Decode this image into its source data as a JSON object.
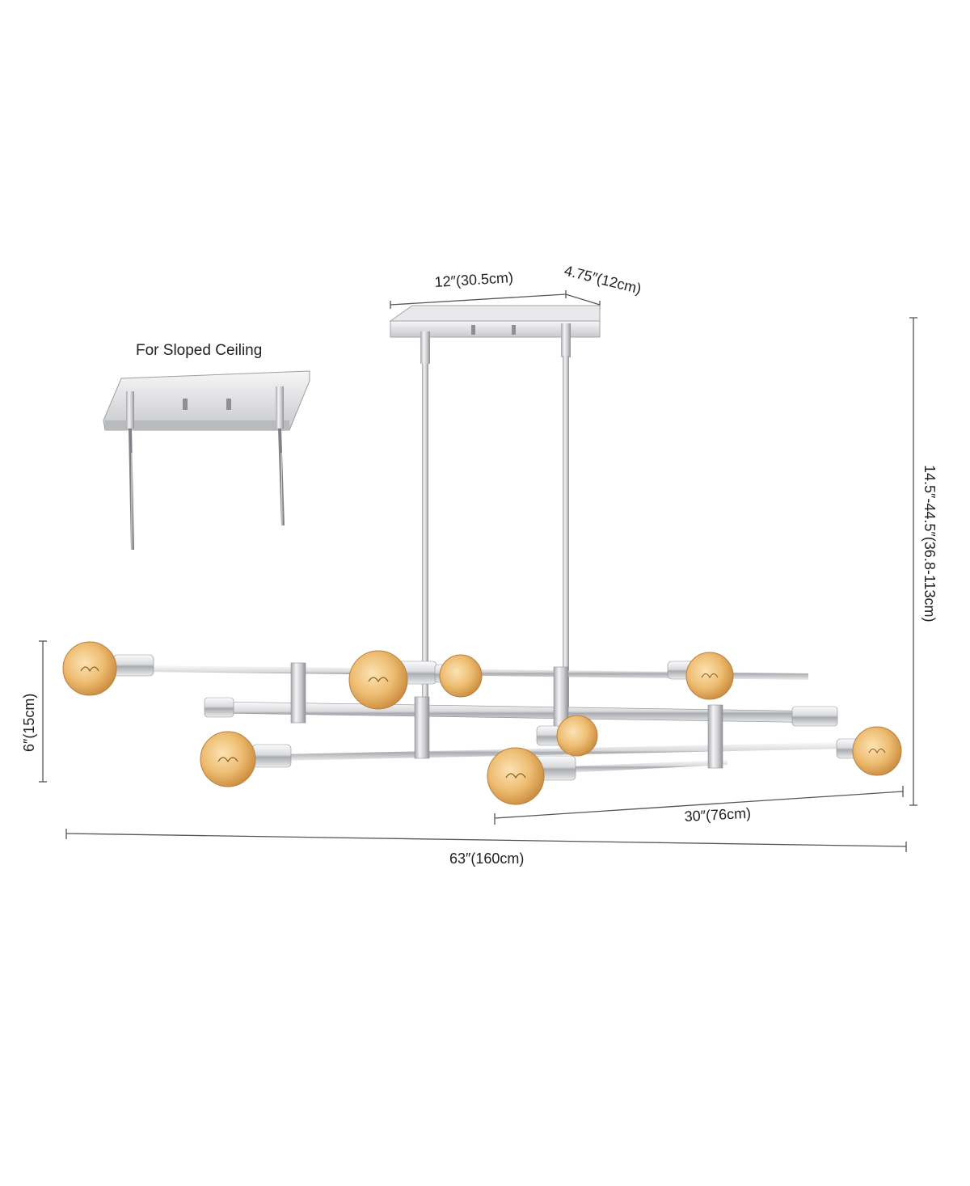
{
  "sloped_ceiling_label": "For Sloped Ceiling",
  "dimensions": {
    "canopy_length": "12″(30.5cm)",
    "canopy_width": "4.75″(12cm)",
    "height_range": "14.5″-44.5″(36.8-113cm)",
    "globe_height": "6″(15cm)",
    "depth": "30″(76cm)",
    "total_length": "63″(160cm)"
  },
  "colors": {
    "background": "#ffffff",
    "chrome_light": "#f2f2f4",
    "chrome_dark": "#9a9ca0",
    "bulb_glass": "#e8b56a",
    "dimension_line": "#555555"
  }
}
